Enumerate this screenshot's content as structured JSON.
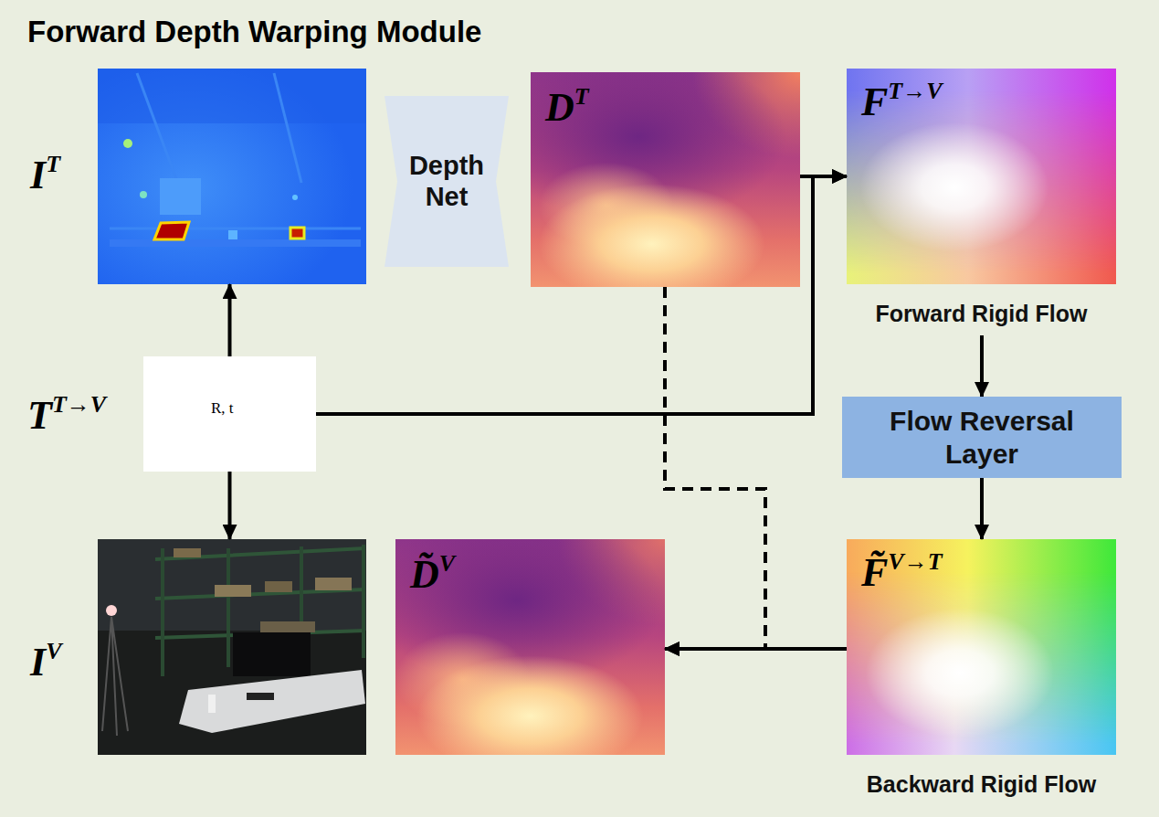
{
  "diagram": {
    "title": "Forward Depth Warping Module",
    "nodes": [
      {
        "text": [
          "IT"
        ]
      },
      {
        "text": [
          "Depth Net"
        ]
      },
      {
        "text": [
          "DT"
        ]
      },
      {
        "text": [
          "FT→V",
          "Forward Rigid Flow"
        ]
      },
      {
        "text": [
          "TT→V",
          "R, t"
        ]
      },
      {
        "text": [
          "Flow Reversal Layer"
        ]
      },
      {
        "text": [
          "IV"
        ]
      },
      {
        "text": [
          "D̃V"
        ]
      },
      {
        "text": [
          "F̃V→T",
          "Backward Rigid Flow"
        ]
      }
    ],
    "edges": [
      {
        "from": 4,
        "to": 0,
        "arrow": "to"
      },
      {
        "from": 4,
        "to": 6,
        "arrow": "to"
      },
      {
        "from": 2,
        "to": 3,
        "arrow": "to"
      },
      {
        "from": 4,
        "to": 3,
        "arrow": "to"
      },
      {
        "from": 3,
        "to": 5,
        "arrow": "to"
      },
      {
        "from": 5,
        "to": 8,
        "arrow": "to"
      },
      {
        "from": 8,
        "to": 7,
        "arrow": "to"
      },
      {
        "from": 2,
        "to": 7,
        "arrow": "to"
      }
    ]
  }
}
